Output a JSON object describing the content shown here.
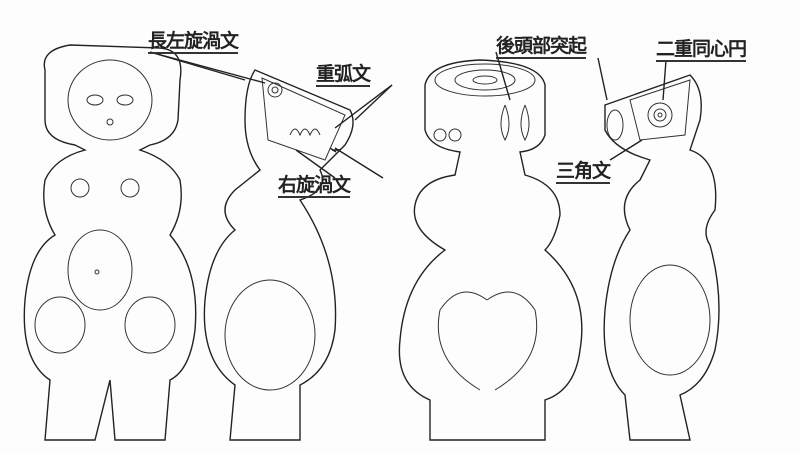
{
  "labels": {
    "long_left_spiral": "長左旋渦文",
    "multiple_arc": "重弧文",
    "right_spiral": "右旋渦文",
    "occipital_protrusion": "後頭部突起",
    "double_concentric_circle": "二重同心円",
    "triangle_pattern": "三角文"
  }
}
